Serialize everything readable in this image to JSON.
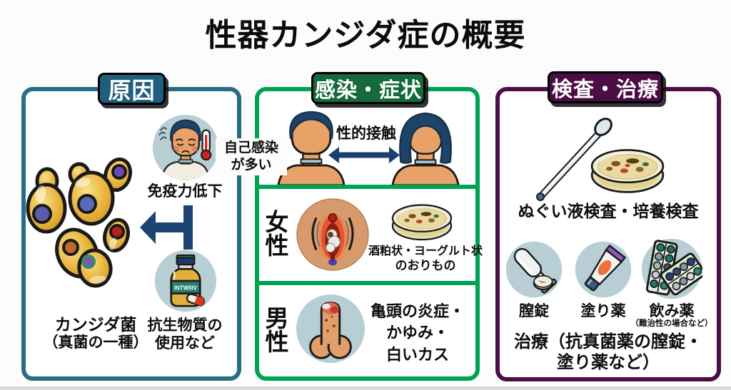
{
  "title": "性器カンジダ症の概要",
  "cause": {
    "header": "原因",
    "immunity_label": "免疫力低下",
    "candida_line1": "カンジダ菌",
    "candida_line2": "（真菌の一種）",
    "antibiotics_line1": "抗生物質の",
    "antibiotics_line2": "使用など",
    "bottle_label": "INTWIIIV"
  },
  "infection": {
    "header": "感染・症状",
    "self_infection_line1": "自己感染",
    "self_infection_line2": "が多い",
    "sexual_contact_label": "性的接触",
    "female_label": "女性",
    "female_symptom_line1": "酒粕状・ヨーグルト状",
    "female_symptom_line2": "のおりもの",
    "male_label": "男性",
    "male_symptom_line1": "亀頭の炎症・",
    "male_symptom_line2": "かゆみ・",
    "male_symptom_line3": "白いカス"
  },
  "treatment": {
    "header": "検査・治療",
    "test_label": "ぬぐい液検査・培養検査",
    "meds": [
      {
        "label": "膣錠"
      },
      {
        "label": "塗り薬"
      },
      {
        "label": "飲み薬",
        "note": "（難治性の場合など）"
      }
    ],
    "treatment_line1": "治療（抗真菌薬の膣錠・",
    "treatment_line2": "塗り薬など）"
  },
  "colors": {
    "cause_accent": "#1f5f7d",
    "infection_border": "#00a351",
    "infection_badge": "#15693a",
    "treatment_accent": "#4a0d44",
    "arrow_navy": "#1b4473",
    "icon_circle": "#b7cfd4"
  }
}
